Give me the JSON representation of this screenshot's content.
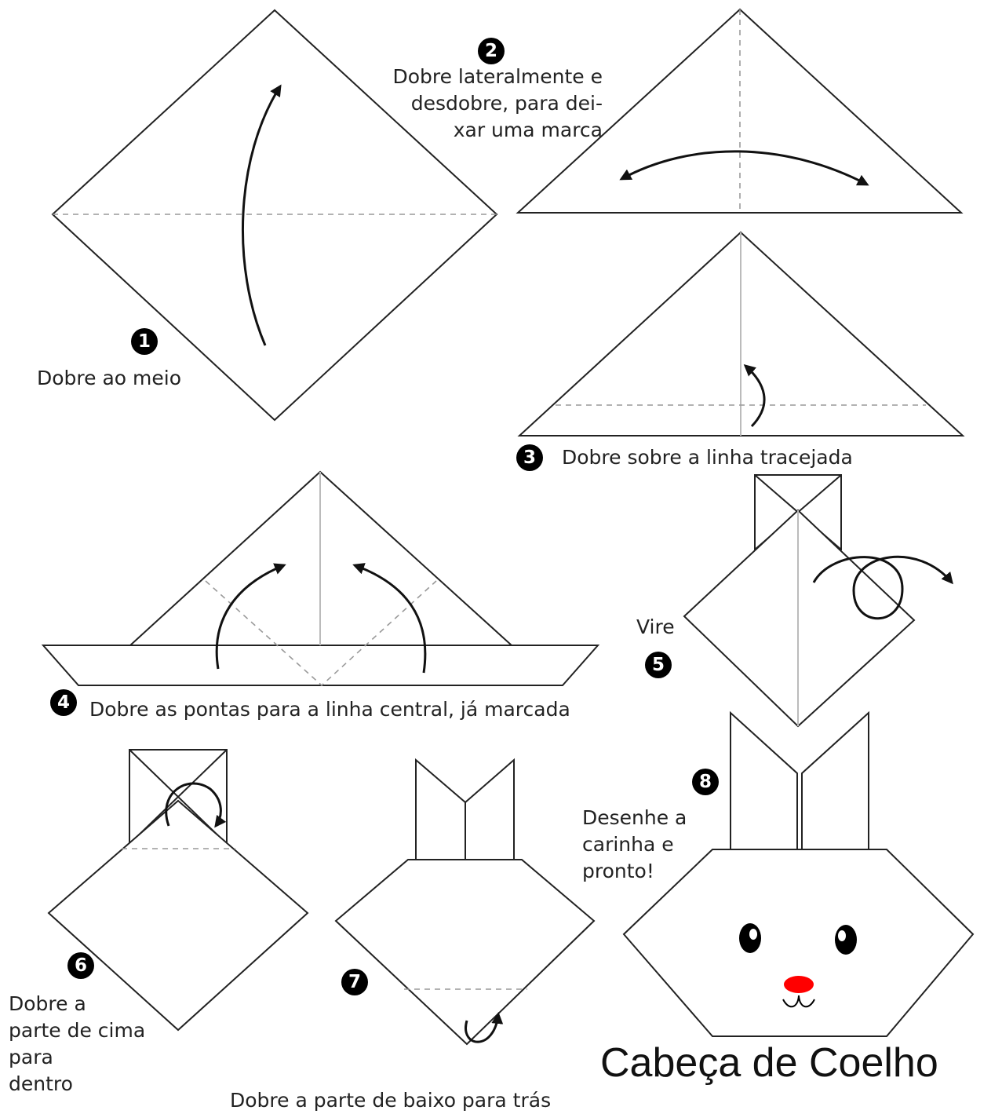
{
  "title": "Cabeça de Coelho",
  "steps": [
    {
      "number": "1",
      "label": "Dobre ao meio"
    },
    {
      "number": "2",
      "label_lines": [
        "Dobre lateralmente e",
        "desdobre, para dei-",
        "xar uma marca"
      ]
    },
    {
      "number": "3",
      "label": "Dobre sobre a linha tracejada"
    },
    {
      "number": "4",
      "label": "Dobre as pontas para a linha central, já marcada"
    },
    {
      "number": "5",
      "label": "Vire"
    },
    {
      "number": "6",
      "label_lines": [
        "Dobre a",
        "parte de cima",
        "para",
        "dentro"
      ]
    },
    {
      "number": "7",
      "label": "Dobre a parte de baixo para trás"
    },
    {
      "number": "8",
      "label_lines": [
        "Desenhe a",
        "carinha e",
        "pronto!"
      ]
    }
  ],
  "colors": {
    "nose": "#ff0000",
    "outline": "#222222",
    "fold_line": "#999999"
  }
}
